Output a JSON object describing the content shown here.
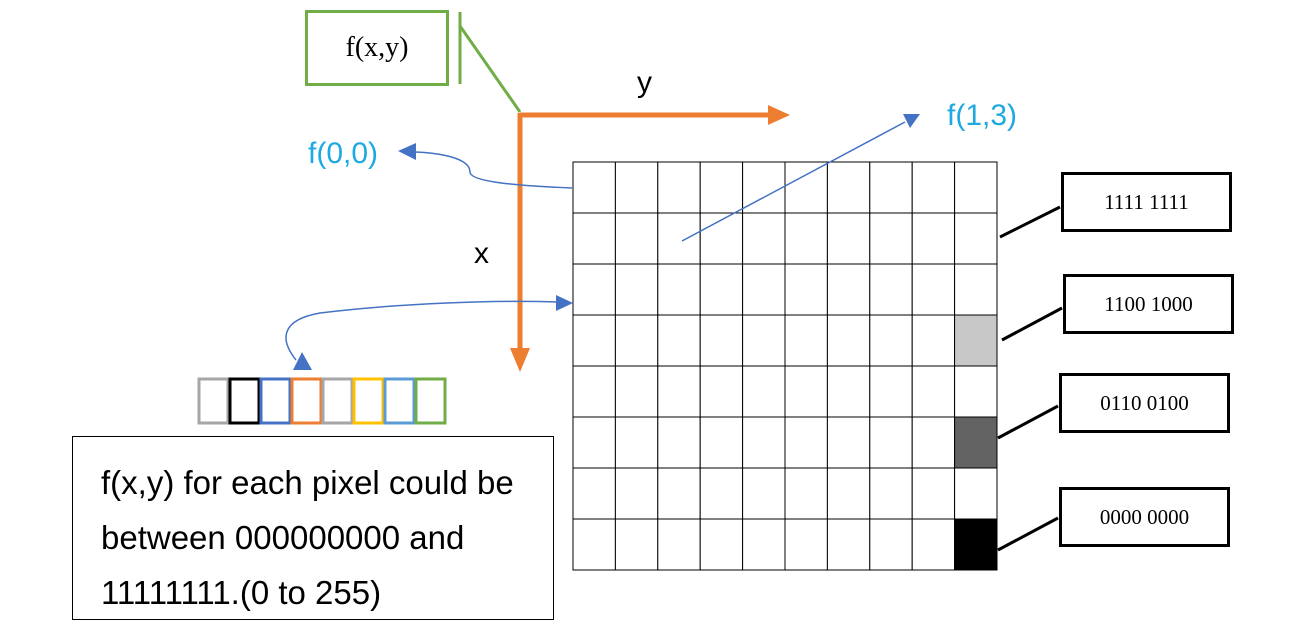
{
  "labels": {
    "fxy_box": "f(x,y)",
    "axis_y": "y",
    "axis_x": "x",
    "f00": "f(0,0)",
    "f13": "f(1,3)"
  },
  "note": {
    "text": "f(x,y) for each pixel could be between 000000000 and 11111111.(0 to 255)"
  },
  "grid": {
    "rows": 8,
    "cols": 10,
    "shaded_cells": [
      {
        "row": 3,
        "col": 9,
        "color": "#c8c8c8"
      },
      {
        "row": 5,
        "col": 9,
        "color": "#636363"
      },
      {
        "row": 7,
        "col": 9,
        "color": "#000000"
      }
    ]
  },
  "byte_labels": [
    {
      "text": "1111 1111"
    },
    {
      "text": "1100 1000"
    },
    {
      "text": "0110 0100"
    },
    {
      "text": "0000 0000"
    }
  ],
  "bit_colors": [
    "#a6a6a6",
    "#000000",
    "#4472c4",
    "#ed7d31",
    "#a6a6a6",
    "#ffc000",
    "#5b9bd5",
    "#70ad47"
  ],
  "colors": {
    "axis": "#ed7d31",
    "pointer": "#4472c4",
    "connector": "#70ad47",
    "text_accent": "#1fa9e1"
  }
}
